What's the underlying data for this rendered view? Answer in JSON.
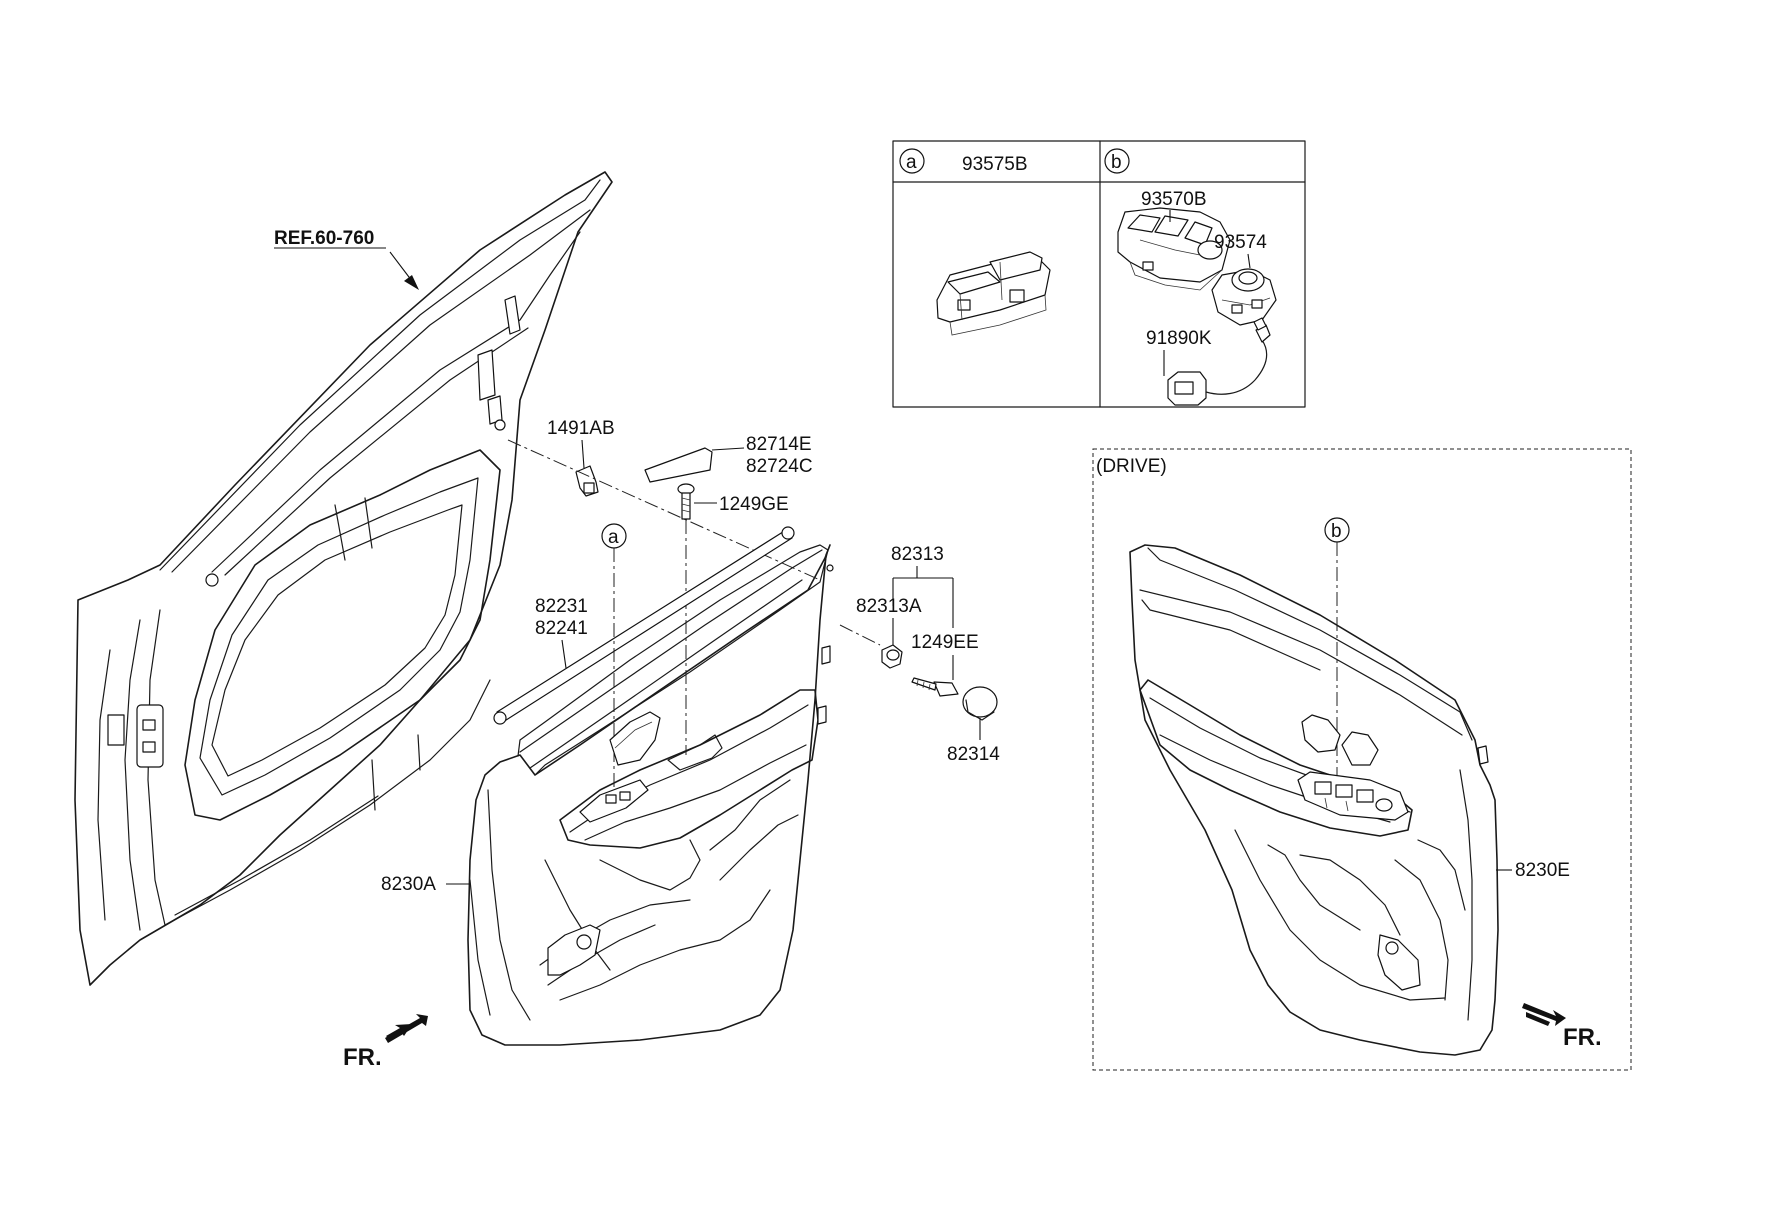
{
  "reference": {
    "label": "REF.60-760"
  },
  "parts": {
    "p1491AB": "1491AB",
    "p82714E": "82714E",
    "p82724C": "82724C",
    "p1249GE": "1249GE",
    "p82231": "82231",
    "p82241": "82241",
    "p82313": "82313",
    "p82313A": "82313A",
    "p1249EE": "1249EE",
    "p82314": "82314",
    "p8230A": "8230A",
    "p8230E": "8230E",
    "p93575B": "93575B",
    "p93570B": "93570B",
    "p93574": "93574",
    "p91890K": "91890K"
  },
  "callouts": {
    "a": "a",
    "b": "b"
  },
  "drive_box": {
    "label": "(DRIVE)"
  },
  "direction": {
    "left_fr": "FR.",
    "right_fr": "FR."
  },
  "colors": {
    "line": "#1a1a1a",
    "background": "#ffffff"
  }
}
